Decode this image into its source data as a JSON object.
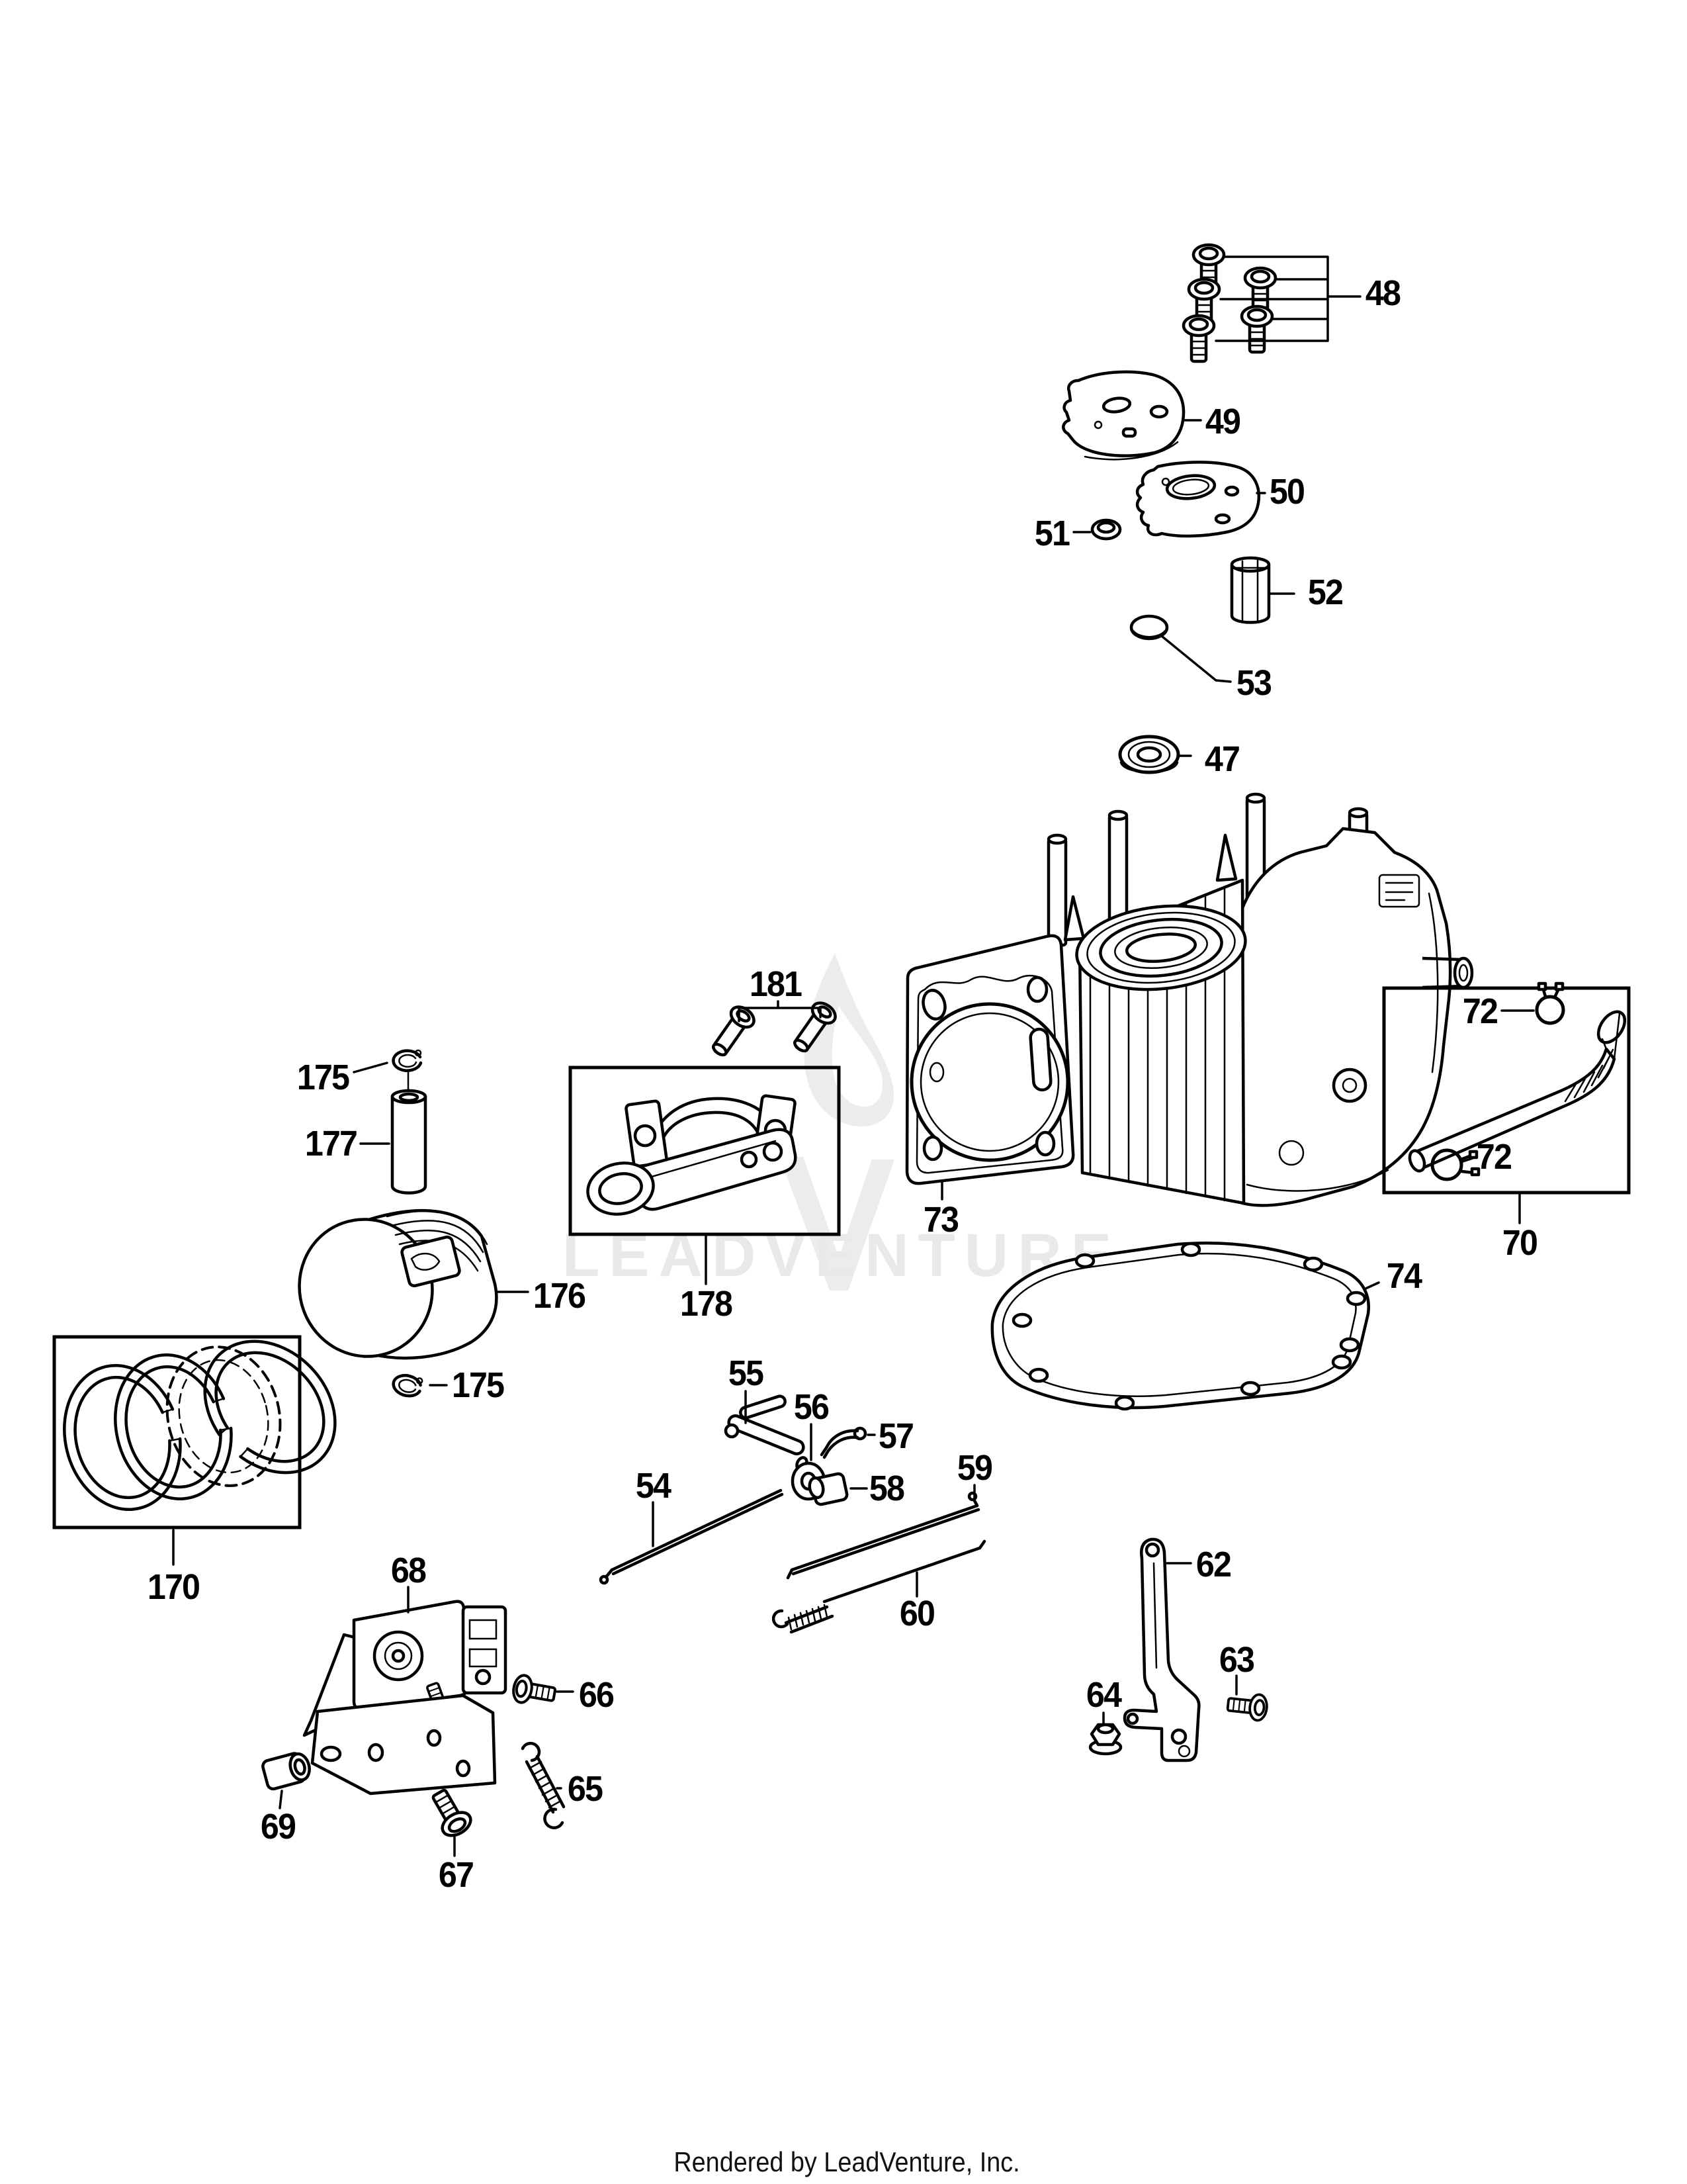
{
  "diagram": {
    "type": "exploded-parts-diagram",
    "subject": "engine cylinder and crankcase assembly",
    "ink_color": "#000000",
    "background_color": "#ffffff",
    "callouts": [
      {
        "id": "48",
        "label": "48"
      },
      {
        "id": "49",
        "label": "49"
      },
      {
        "id": "50",
        "label": "50"
      },
      {
        "id": "51",
        "label": "51"
      },
      {
        "id": "52",
        "label": "52"
      },
      {
        "id": "53",
        "label": "53"
      },
      {
        "id": "47",
        "label": "47"
      },
      {
        "id": "73",
        "label": "73"
      },
      {
        "id": "72a",
        "label": "72"
      },
      {
        "id": "72b",
        "label": "72"
      },
      {
        "id": "70",
        "label": "70"
      },
      {
        "id": "74",
        "label": "74"
      },
      {
        "id": "181",
        "label": "181"
      },
      {
        "id": "178",
        "label": "178"
      },
      {
        "id": "175a",
        "label": "175"
      },
      {
        "id": "177",
        "label": "177"
      },
      {
        "id": "176",
        "label": "176"
      },
      {
        "id": "175b",
        "label": "175"
      },
      {
        "id": "170",
        "label": "170"
      },
      {
        "id": "55",
        "label": "55"
      },
      {
        "id": "56",
        "label": "56"
      },
      {
        "id": "57",
        "label": "57"
      },
      {
        "id": "58",
        "label": "58"
      },
      {
        "id": "54",
        "label": "54"
      },
      {
        "id": "59",
        "label": "59"
      },
      {
        "id": "60",
        "label": "60"
      },
      {
        "id": "62",
        "label": "62"
      },
      {
        "id": "63",
        "label": "63"
      },
      {
        "id": "64",
        "label": "64"
      },
      {
        "id": "68",
        "label": "68"
      },
      {
        "id": "66",
        "label": "66"
      },
      {
        "id": "69",
        "label": "69"
      },
      {
        "id": "67",
        "label": "67"
      },
      {
        "id": "65",
        "label": "65"
      }
    ]
  },
  "watermark": {
    "text": "LEADVENTURE",
    "logo": "leadventure-flame-logo",
    "color": "#e9e9e9"
  },
  "footer": {
    "text": "Rendered by LeadVenture, Inc."
  }
}
